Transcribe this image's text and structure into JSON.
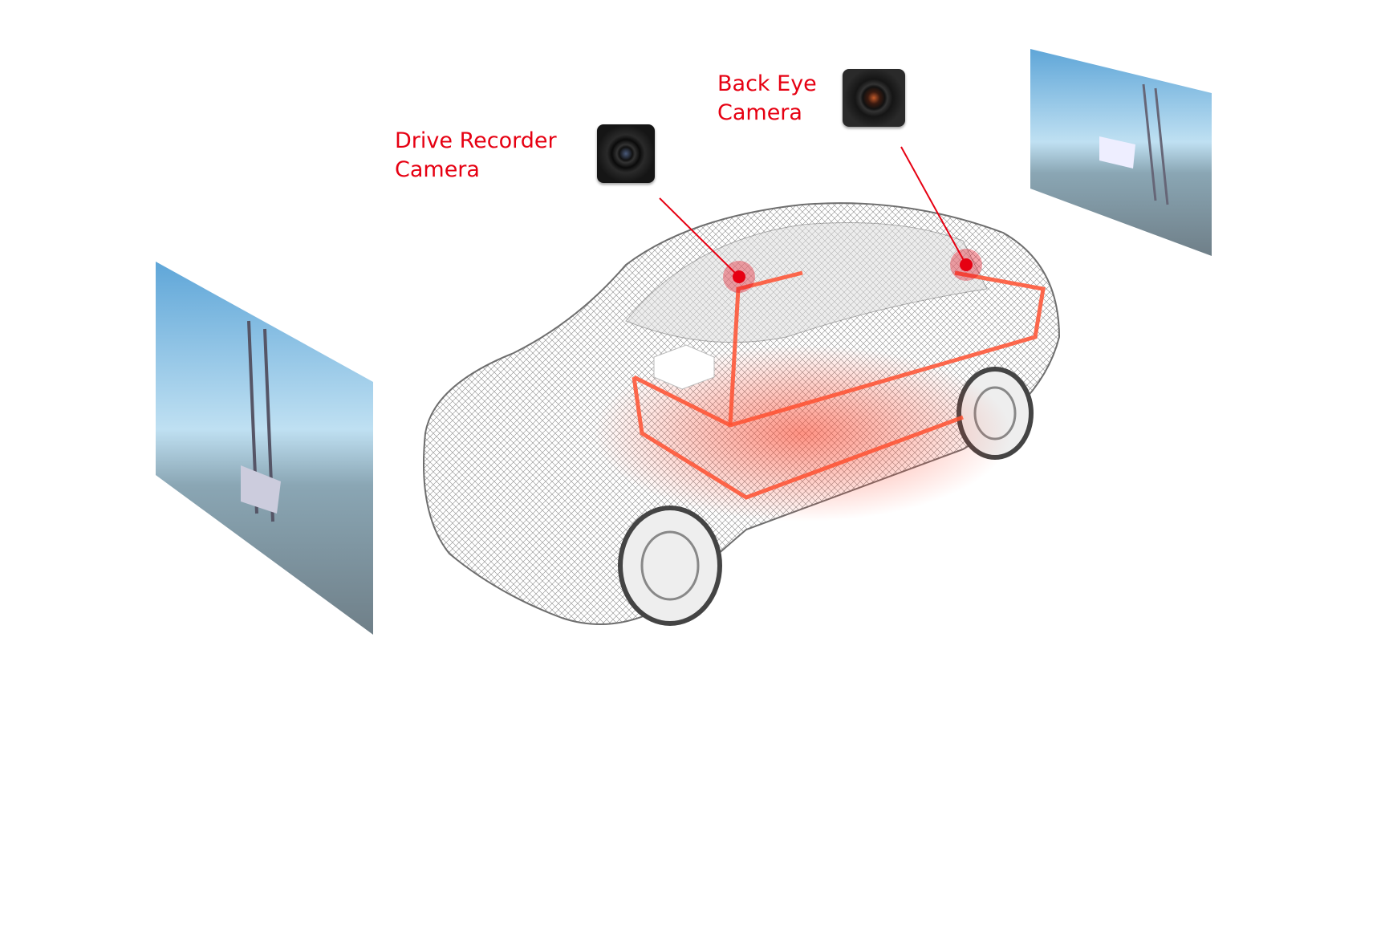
{
  "labels": {
    "drive_recorder_line1": "Drive Recorder",
    "drive_recorder_line2": "Camera",
    "back_eye_line1": "Back Eye",
    "back_eye_line2": "Camera"
  },
  "colors": {
    "accent": "#e60012"
  }
}
